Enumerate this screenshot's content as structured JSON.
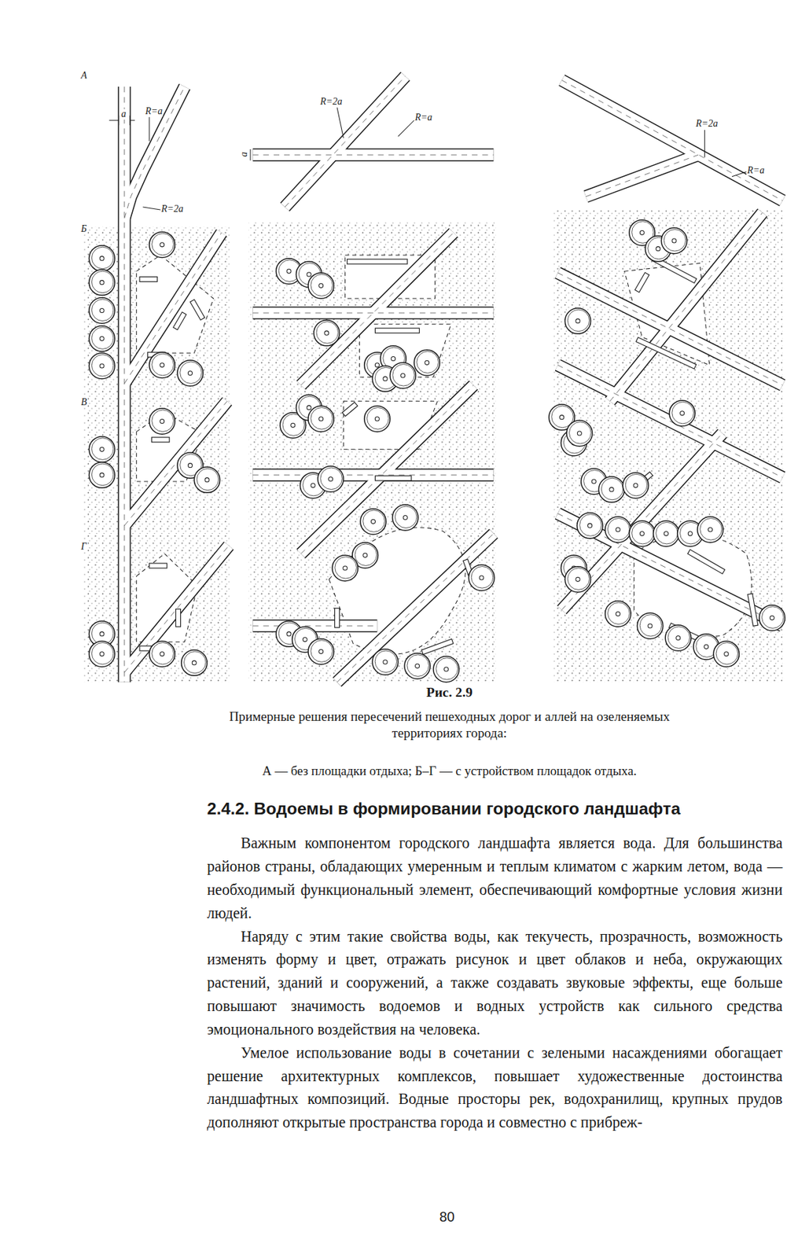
{
  "diagram": {
    "title": "2.4.2. Водоемы в формировании городского ландшафта",
    "caption": "Примерные решения пересечений пешеходных дорог и аллей на озеленяемых территориях города:",
    "labels": [
      "А",
      "a",
      "R=a",
      "R=2a",
      "Б",
      "В",
      "Г",
      "R=2a",
      "R=a",
      "a",
      "R=2a",
      "R=a",
      "Рис. 2.9",
      "А — без площадки отдыха; Б–Г — с устройством площадок отдыха.",
      "Важным компонентом городского ландшафта является вода. Для большинства районов страны, обладающих умеренным и теплым климатом с жарким летом, вода — необходимый функциональный элемент, обеспечивающий комфортные условия жизни людей.",
      "Наряду с этим такие свойства воды, как текучесть, прозрачность, возможность изменять форму и цвет, отражать рисунок и цвет облаков и неба, окружающих растений, зданий и сооружений, а также создавать звуковые эффекты, еще больше повышают значимость водоемов и водных устройств как сильного средства эмоционального воздействия на человека.",
      "Умелое использование воды в сочетании с зелеными насаждениями обогащает решение архитектурных комплексов, повышает художественные достоинства ландшафтных композиций. Водные просторы рек, водохранилищ, крупных прудов дополняют открытые пространства города и совместно с прибреж-",
      "80"
    ]
  }
}
